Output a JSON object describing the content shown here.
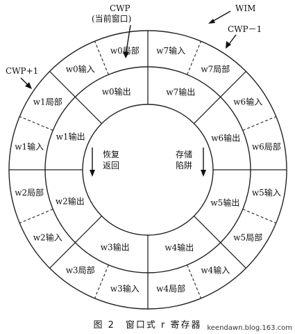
{
  "windows": [
    {
      "id": "w0",
      "outs": "w0输出",
      "locals": "w0局部",
      "ins": "w0输入"
    },
    {
      "id": "w1",
      "outs": "w1输出",
      "locals": "w1局部",
      "ins": "w1输入"
    },
    {
      "id": "w2",
      "outs": "w2输出",
      "locals": "w2局部",
      "ins": "w2输入"
    },
    {
      "id": "w3",
      "outs": "w3输出",
      "locals": "w3局部",
      "ins": "w3输入"
    },
    {
      "id": "w4",
      "outs": "w4输出",
      "locals": "w4局部",
      "ins": "w4输入"
    },
    {
      "id": "w5",
      "outs": "w5输出",
      "locals": "w5局部",
      "ins": "w5输入"
    },
    {
      "id": "w6",
      "outs": "w6输出",
      "locals": "w6局部",
      "ins": "w6输入"
    },
    {
      "id": "w7",
      "outs": "w7输出",
      "locals": "w7局部",
      "ins": "w7输入"
    }
  ],
  "pointers": {
    "cwp": "CWP",
    "cwp_note": "(当前窗口)",
    "wim": "WIM",
    "cwp_minus_1": "CWP－1",
    "cwp_plus_1": "CWP+1"
  },
  "center": {
    "restore_line1": "恢复",
    "restore_line2": "返回",
    "save_line1": "存储",
    "save_line2": "陷阱"
  },
  "caption": "图 2　窗口式 r 寄存器",
  "watermark": "keendawn.blog.163.com"
}
